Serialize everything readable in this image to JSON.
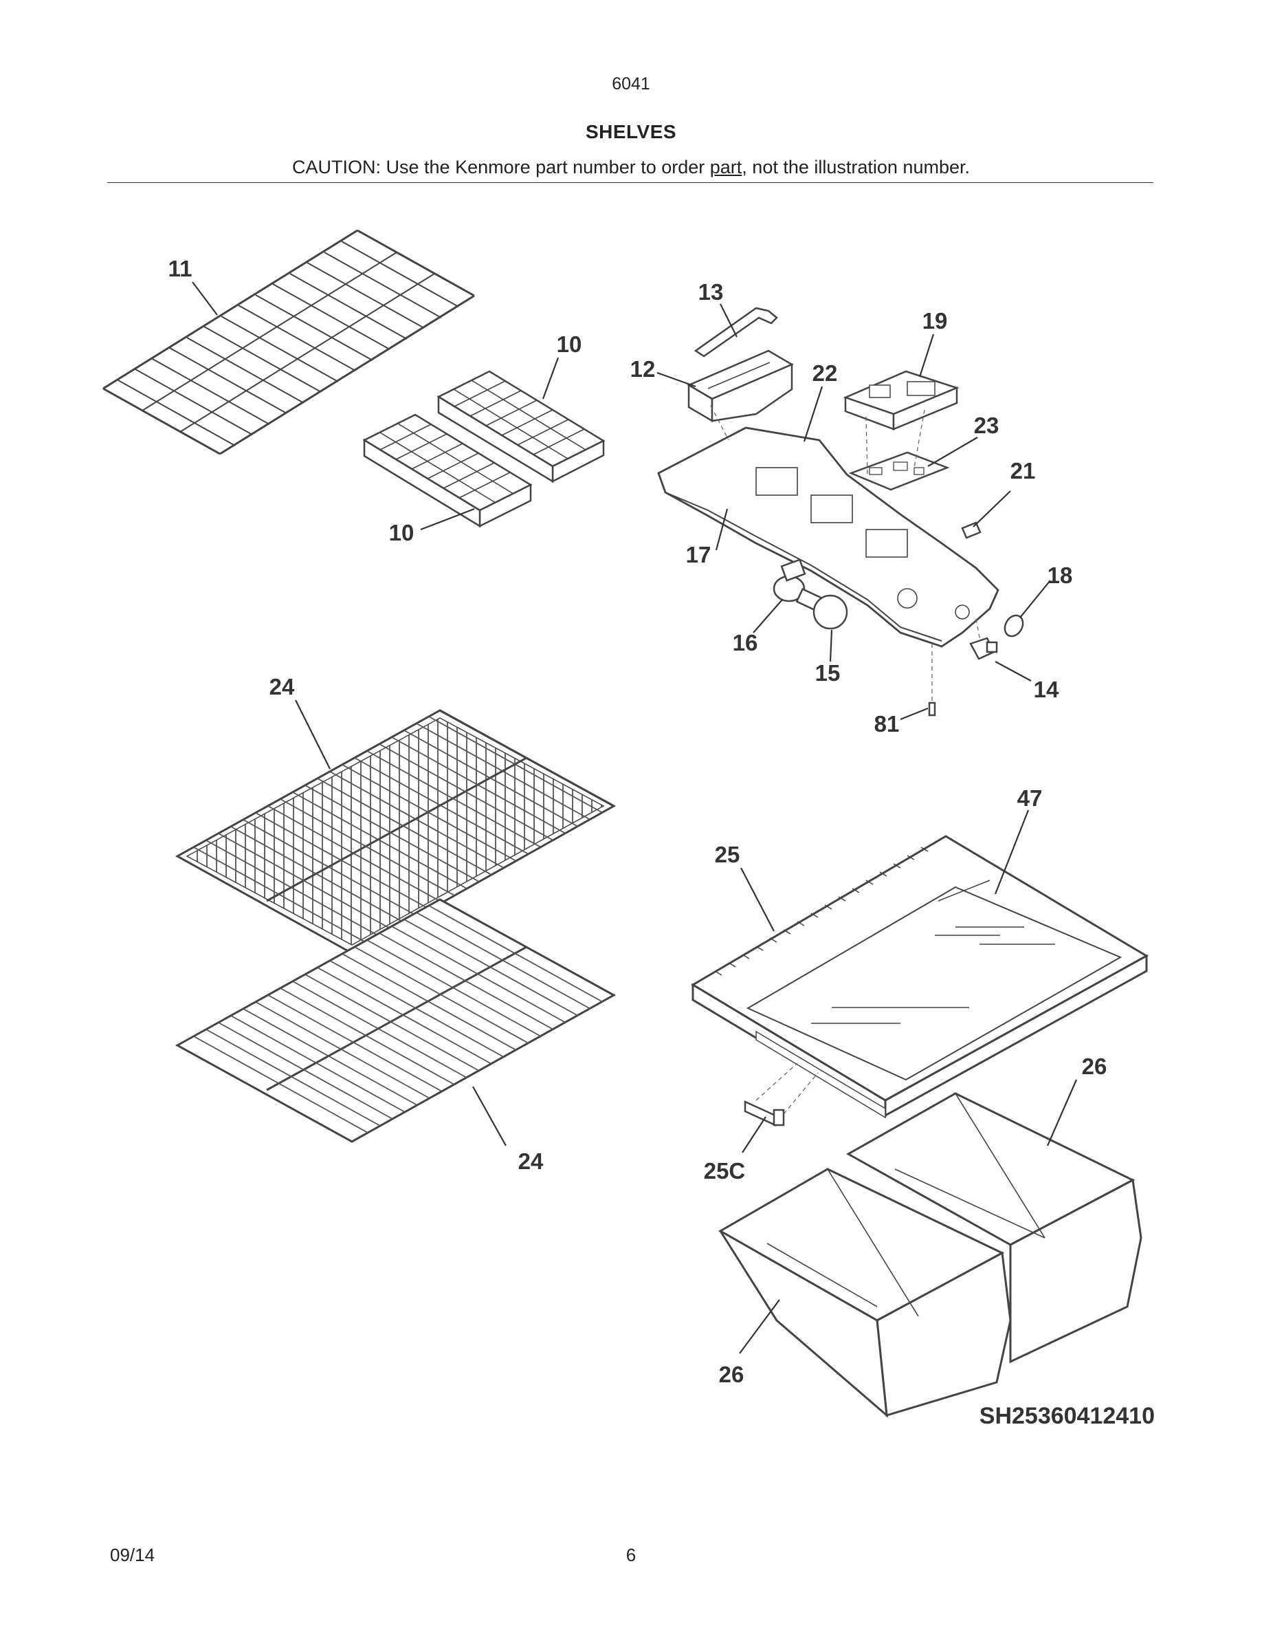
{
  "header": {
    "page_ref": "6041",
    "title": "SHELVES",
    "caution_before": "CAUTION: Use the Kenmore part number to order ",
    "caution_underlined": "part",
    "caution_after": ", not the illustration number."
  },
  "callouts": {
    "c11": "11",
    "c10a": "10",
    "c10b": "10",
    "c13": "13",
    "c12": "12",
    "c19": "19",
    "c22": "22",
    "c23": "23",
    "c21": "21",
    "c17": "17",
    "c18": "18",
    "c16": "16",
    "c15": "15",
    "c14": "14",
    "c81": "81",
    "c24a": "24",
    "c24b": "24",
    "c47": "47",
    "c25": "25",
    "c26a": "26",
    "c25c": "25C",
    "c26b": "26"
  },
  "diagram_code": "SH25360412410",
  "footer": {
    "date": "09/14",
    "page": "6"
  }
}
